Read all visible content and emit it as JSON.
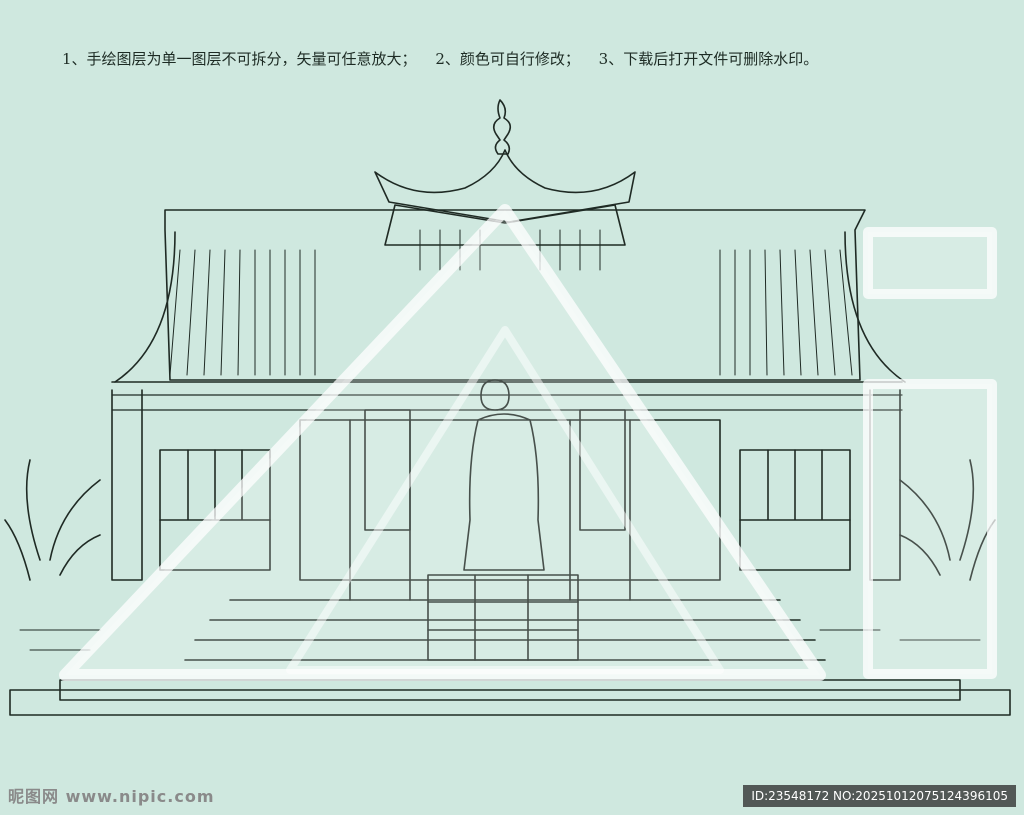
{
  "instructions": {
    "item1": "1、手绘图层为单一图层不可拆分，矢量可任意放大；",
    "item2": "2、颜色可自行修改；",
    "item3": "3、下载后打开文件可删除水印。"
  },
  "watermark": {
    "site": "昵图网 www.nipic.com",
    "id_text": "ID:23548172 NO:20251012075124396105"
  },
  "colors": {
    "background": "#cfe8df",
    "ink": "#1f2a24",
    "watermark": "#ffffff"
  }
}
